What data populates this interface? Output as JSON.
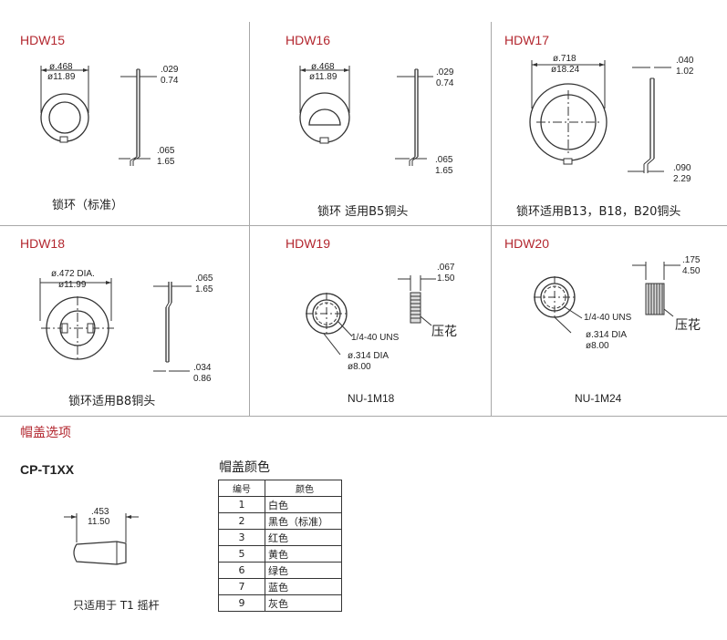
{
  "products": [
    {
      "code": "HDW15",
      "dia_in": "ø.468",
      "dia_mm": "ø11.89",
      "thick_in": ".029",
      "thick_mm": "0.74",
      "tab_in": ".065",
      "tab_mm": "1.65",
      "caption": "锁环（标准）"
    },
    {
      "code": "HDW16",
      "dia_in": "ø.468",
      "dia_mm": "ø11.89",
      "thick_in": ".029",
      "thick_mm": "0.74",
      "tab_in": ".065",
      "tab_mm": "1.65",
      "caption": "锁环 适用B5铜头"
    },
    {
      "code": "HDW17",
      "dia_in": "ø.718",
      "dia_mm": "ø18.24",
      "thick_in": ".040",
      "thick_mm": "1.02",
      "tab_in": ".090",
      "tab_mm": "2.29",
      "caption": "锁环适用B13，B18，B20铜头"
    },
    {
      "code": "HDW18",
      "dia_in": "ø.472 DIA.",
      "dia_mm": "ø11.99",
      "thick_in": ".065",
      "thick_mm": "1.65",
      "tab_in": ".034",
      "tab_mm": "0.86",
      "caption": "锁环适用B8铜头"
    },
    {
      "code": "HDW19",
      "thread": "1/4-40 UNS",
      "od_in": "ø.314 DIA",
      "od_mm": "ø8.00",
      "h_in": ".067",
      "h_mm": "1.50",
      "knurl": "压花",
      "caption": "NU-1M18"
    },
    {
      "code": "HDW20",
      "thread": "1/4-40 UNS",
      "od_in": "ø.314 DIA",
      "od_mm": "ø8.00",
      "h_in": ".175",
      "h_mm": "4.50",
      "knurl": "压花",
      "caption": "NU-1M24"
    }
  ],
  "cap_section": {
    "title": "帽盖选项",
    "part": "CP-T1XX",
    "len_in": ".453",
    "len_mm": "11.50",
    "note": "只适用于 T1 摇杆",
    "table_title": "帽盖颜色",
    "headers": [
      "编号",
      "颜色"
    ],
    "rows": [
      {
        "num": "1",
        "color": "白色"
      },
      {
        "num": "2",
        "color": "黑色（标准）"
      },
      {
        "num": "3",
        "color": "红色"
      },
      {
        "num": "5",
        "color": "黄色"
      },
      {
        "num": "6",
        "color": "绿色"
      },
      {
        "num": "7",
        "color": "蓝色"
      },
      {
        "num": "9",
        "color": "灰色"
      }
    ]
  },
  "colors": {
    "title_red": "#b3272f",
    "grid": "#a8a8a8",
    "ink": "#222222"
  }
}
